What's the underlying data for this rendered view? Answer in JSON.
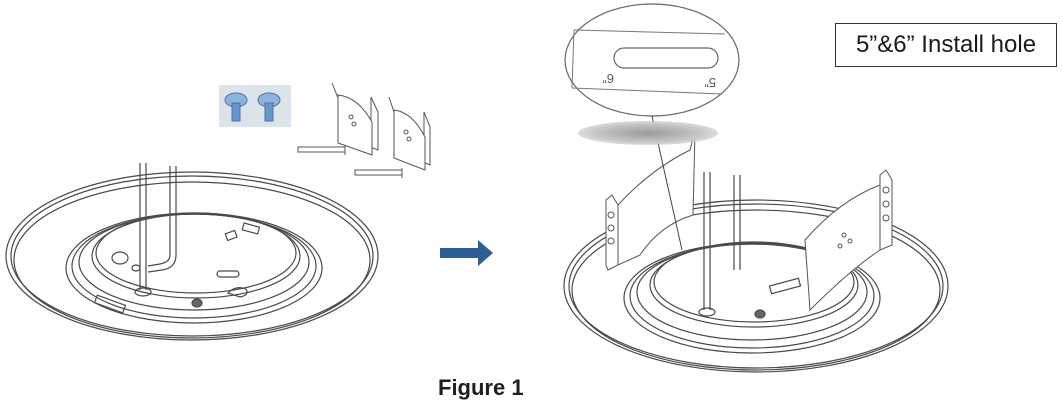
{
  "figure": {
    "caption": "Figure 1",
    "callout_label": "5”&6” Install hole",
    "magnifier_labels": {
      "six_inch": "6”",
      "five_inch": "5”"
    },
    "steps": [
      {
        "name": "before",
        "description": "Light fixture base with wires, two screws and two mounting brackets"
      },
      {
        "name": "after",
        "description": "Brackets attached to the fixture base"
      }
    ],
    "arrow_direction": "right"
  },
  "colors": {
    "line": "#4a4a4a",
    "arrow": "#2f5d95",
    "screw": "#6a95c8",
    "screw_panel": "#dde3ea"
  }
}
